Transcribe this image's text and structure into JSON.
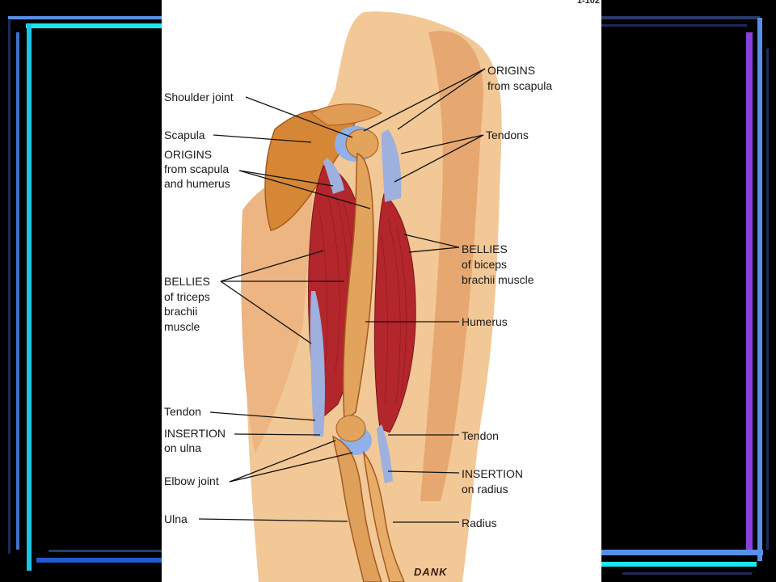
{
  "slide": {
    "figure_number": "1-102",
    "artist_signature": "DANK"
  },
  "labels": {
    "shoulder_joint": "Shoulder joint",
    "scapula": "Scapula",
    "origins_scapula_humerus": [
      "ORIGINS",
      "from scapula",
      "and humerus"
    ],
    "bellies_triceps": [
      "BELLIES",
      "of triceps",
      "brachii",
      "muscle"
    ],
    "tendon_left": "Tendon",
    "insertion_ulna": [
      "INSERTION",
      "on ulna"
    ],
    "elbow_joint": "Elbow joint",
    "ulna": "Ulna",
    "origins_scapula": [
      "ORIGINS",
      "from scapula"
    ],
    "tendons_right": "Tendons",
    "bellies_biceps": [
      "BELLIES",
      "of biceps",
      "brachii muscle"
    ],
    "humerus": "Humerus",
    "tendon_right": "Tendon",
    "insertion_radius": [
      "INSERTION",
      "on radius"
    ],
    "radius": "Radius"
  },
  "colors": {
    "background": "#000000",
    "accent_cyan": "#19e6f0",
    "accent_blue": "#5a8fe8",
    "accent_purple": "#8a3fe0",
    "muscle_red": "#b3262c",
    "bone": "#d89a52",
    "skin": "#f0c08c",
    "tendon": "#9db0de"
  }
}
